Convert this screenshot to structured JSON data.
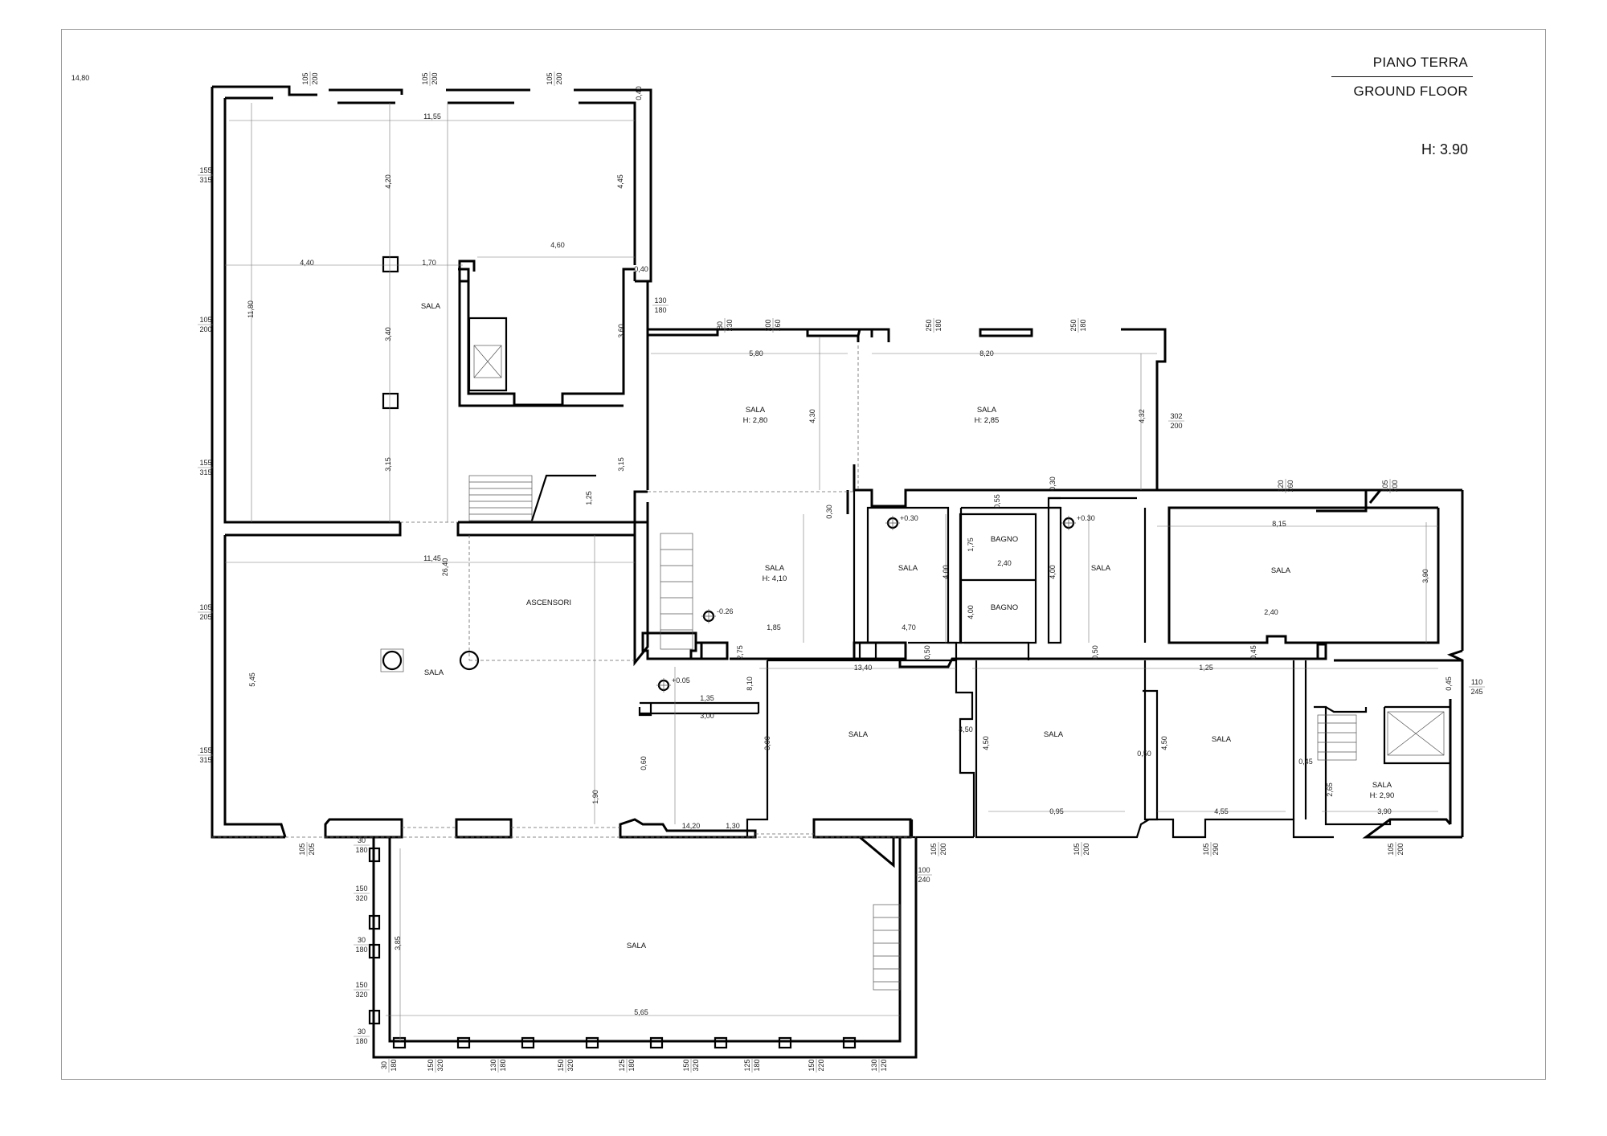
{
  "title": {
    "main": "PIANO TERRA",
    "sub": "GROUND FLOOR",
    "height": "H: 3.90"
  },
  "rooms": [
    {
      "id": "sala-nw",
      "name": "SALA",
      "height": ""
    },
    {
      "id": "sala-w",
      "name": "SALA",
      "height": ""
    },
    {
      "id": "ascensori",
      "name": "ASCENSORI",
      "height": ""
    },
    {
      "id": "sala-c1",
      "name": "SALA",
      "height": "H: 2,80"
    },
    {
      "id": "sala-c2",
      "name": "SALA",
      "height": "H: 2,85"
    },
    {
      "id": "sala-c3",
      "name": "SALA",
      "height": "H: 4,10"
    },
    {
      "id": "sala-c4",
      "name": "SALA",
      "height": ""
    },
    {
      "id": "bagno-1",
      "name": "BAGNO",
      "height": ""
    },
    {
      "id": "bagno-2",
      "name": "BAGNO",
      "height": ""
    },
    {
      "id": "sala-c5",
      "name": "SALA",
      "height": ""
    },
    {
      "id": "sala-e",
      "name": "SALA",
      "height": ""
    },
    {
      "id": "sala-s1",
      "name": "SALA",
      "height": ""
    },
    {
      "id": "sala-s2",
      "name": "SALA",
      "height": ""
    },
    {
      "id": "sala-s3",
      "name": "SALA",
      "height": ""
    },
    {
      "id": "sala-se",
      "name": "SALA",
      "height": "H: 2,90"
    },
    {
      "id": "sala-south",
      "name": "SALA",
      "height": ""
    }
  ],
  "levels": [
    "+0.30",
    "+0.30",
    "-0.26",
    "+0.05"
  ],
  "dimensions": [
    "11,55",
    "4,20",
    "4,45",
    "4,60",
    "4,40",
    "1,70",
    "0,40",
    "0,40",
    "11,80",
    "3,40",
    "3,60",
    "3,15",
    "3,15",
    "1,25",
    "5,80",
    "4,30",
    "8,20",
    "4,32",
    "0,30",
    "0,30",
    "0,55",
    "8,15",
    "3,90",
    "11,45",
    "26,40",
    "1,75",
    "2,40",
    "4,00",
    "4,00",
    "4,00",
    "1,85",
    "4,70",
    "2,40",
    "2,75",
    "0,50",
    "0,50",
    "0,45",
    "0,45",
    "1,25",
    "13,40",
    "5,45",
    "8,10",
    "1,35",
    "3,00",
    "3,00",
    "4,50",
    "4,50",
    "4,50",
    "0,50",
    "0,45",
    "0,60",
    "2,65",
    "1,90",
    "14,20",
    "1,30",
    "0,95",
    "4,55",
    "3,90",
    "3,85",
    "5,65",
    "14,80"
  ],
  "openings": [
    [
      "105",
      "200"
    ],
    [
      "105",
      "200"
    ],
    [
      "105",
      "200"
    ],
    [
      "155",
      "315"
    ],
    [
      "105",
      "200"
    ],
    [
      "155",
      "315"
    ],
    [
      "105",
      "205"
    ],
    [
      "155",
      "315"
    ],
    [
      "130",
      "180"
    ],
    [
      "80",
      "230"
    ],
    [
      "200",
      "160"
    ],
    [
      "250",
      "180"
    ],
    [
      "250",
      "180"
    ],
    [
      "302",
      "200"
    ],
    [
      "120",
      "260"
    ],
    [
      "105",
      "200"
    ],
    [
      "110",
      "245"
    ],
    [
      "105",
      "205"
    ],
    [
      "105",
      "200"
    ],
    [
      "105",
      "200"
    ],
    [
      "105",
      "290"
    ],
    [
      "105",
      "200"
    ],
    [
      "100",
      "240"
    ],
    [
      "30",
      "180"
    ],
    [
      "150",
      "320"
    ],
    [
      "30",
      "180"
    ],
    [
      "150",
      "320"
    ],
    [
      "30",
      "180"
    ],
    [
      "30",
      "180"
    ],
    [
      "150",
      "320"
    ],
    [
      "130",
      "180"
    ],
    [
      "150",
      "320"
    ],
    [
      "125",
      "180"
    ],
    [
      "150",
      "320"
    ],
    [
      "125",
      "180"
    ],
    [
      "150",
      "220"
    ],
    [
      "130",
      "120"
    ]
  ]
}
